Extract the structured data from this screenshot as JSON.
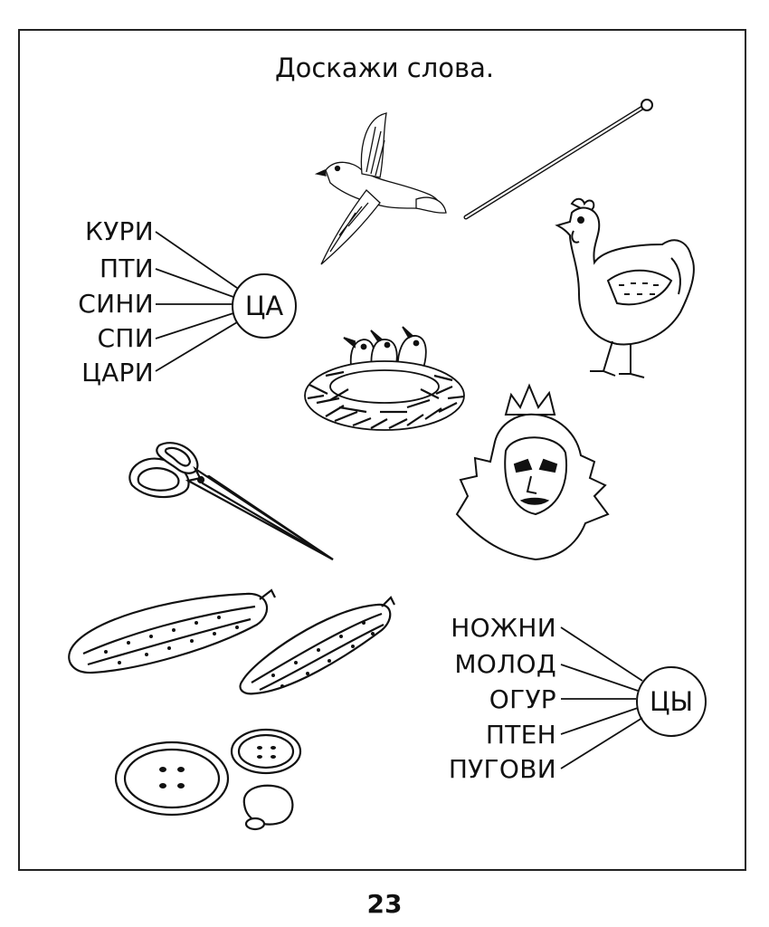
{
  "title": "Доскажи слова.",
  "left_group": {
    "words": [
      "КУРИ",
      "ПТИ",
      "СИНИ",
      "СПИ",
      "ЦАРИ"
    ],
    "ending": "ЦА"
  },
  "right_group": {
    "words": [
      "НОЖНИ",
      "МОЛОД",
      "ОГУР",
      "ПТЕН",
      "ПУГОВИ"
    ],
    "ending": "ЦЫ"
  },
  "illustrations": [
    "bird-icon",
    "knitting-needle-icon",
    "hen-icon",
    "nest-with-chicks-icon",
    "queen-icon",
    "scissors-icon",
    "cucumbers-icon",
    "buttons-icon"
  ],
  "page_number": "23"
}
